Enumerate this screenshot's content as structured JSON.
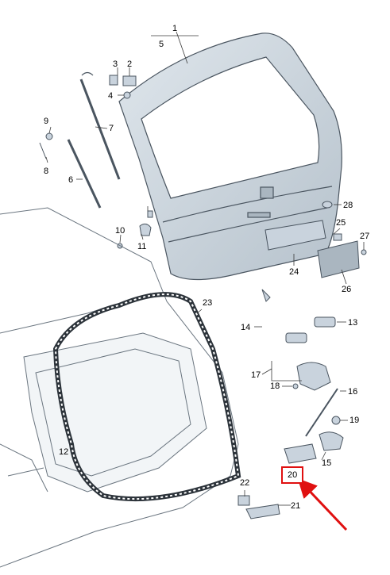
{
  "parts": {
    "p1": "1",
    "p2": "2",
    "p3": "3",
    "p4": "4",
    "p5": "5",
    "p6": "6",
    "p7": "7",
    "p8": "8",
    "p9": "9",
    "p10": "10",
    "p11": "11",
    "p12": "12",
    "p13": "13",
    "p14": "14",
    "p15": "15",
    "p16": "16",
    "p17": "17",
    "p18": "18",
    "p19": "19",
    "p20": "20",
    "p21": "21",
    "p22": "22",
    "p23": "23",
    "p24": "24",
    "p25": "25",
    "p26": "26",
    "p27": "27",
    "p28": "28"
  },
  "highlight": {
    "part": "20",
    "color": "#e01010"
  },
  "colors": {
    "part_fill": "#c9d3dd",
    "part_edge": "#4a5560",
    "line": "#6b7680"
  },
  "icons": [
    "arrow-highlight-icon"
  ]
}
